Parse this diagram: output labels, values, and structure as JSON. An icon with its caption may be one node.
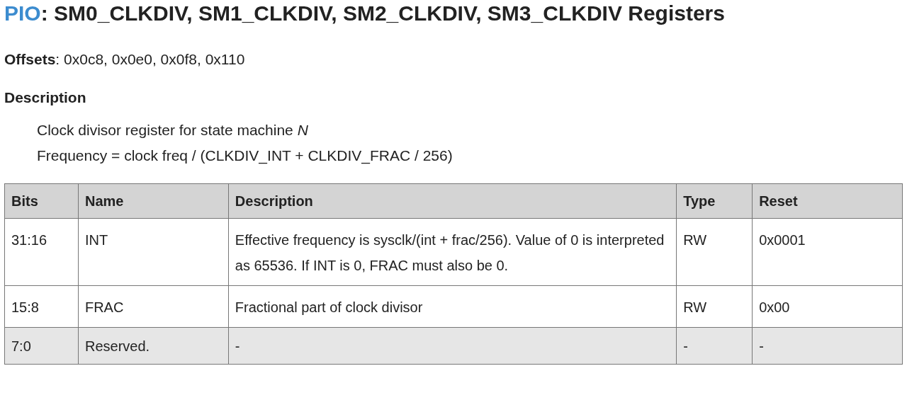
{
  "diagram": {
    "title": "PIO: SM0_CLKDIV, SM1_CLKDIV, SM2_CLKDIV, SM3_CLKDIV Registers",
    "labels": [
      "**Offsets**: 0x0c8, 0x0e0, 0x0f8, 0x110",
      "Description",
      "Clock divisor register for state machine *N*",
      "Frequency = clock freq / (CLKDIV_INT + CLKDIV_FRAC / 256)",
      "Bits",
      "Name",
      "Description",
      "Type",
      "Reset",
      "31:16",
      "INT",
      "Effective frequency is sysclk/(int + frac/256). Value of 0 is interpreted as 65536. If INT is 0, FRAC must also be 0.",
      "RW",
      "0x0001",
      "15:8",
      "FRAC",
      "Fractional part of clock divisor",
      "RW",
      "0x00",
      "7:0",
      "Reserved.",
      "-",
      "-",
      "-"
    ]
  }
}
